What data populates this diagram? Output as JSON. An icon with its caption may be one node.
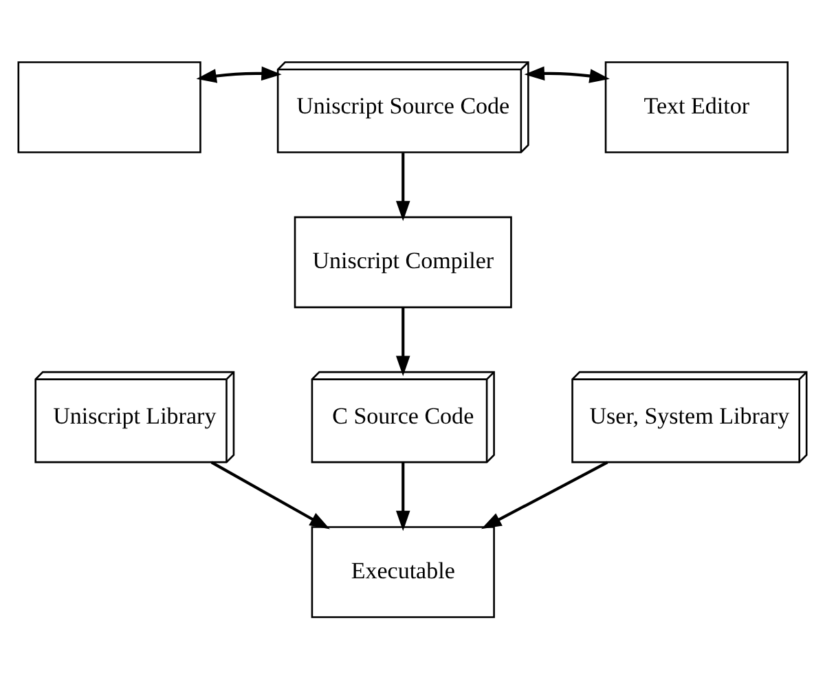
{
  "diagram": {
    "nodes": [
      {
        "text": [],
        "shape": "box"
      },
      {
        "text": [
          "Uniscript Source Code"
        ]
      },
      {
        "text": [
          "Text Editor"
        ]
      },
      {
        "text": [
          "Uniscript Compiler"
        ]
      },
      {
        "text": [
          "Uniscript Library"
        ]
      },
      {
        "text": [
          "C Source Code"
        ]
      },
      {
        "text": [
          "User, System Library"
        ]
      },
      {
        "text": [
          "Executable"
        ]
      }
    ],
    "edges": [
      {
        "from": 0,
        "to": 1,
        "arrow": "both"
      },
      {
        "from": 1,
        "to": 2,
        "arrow": "both"
      },
      {
        "from": 1,
        "to": 3,
        "arrow": "to"
      },
      {
        "from": 3,
        "to": 5,
        "arrow": "to"
      },
      {
        "from": 4,
        "to": 7,
        "arrow": "to"
      },
      {
        "from": 5,
        "to": 7,
        "arrow": "to"
      },
      {
        "from": 6,
        "to": 7,
        "arrow": "to"
      }
    ]
  }
}
